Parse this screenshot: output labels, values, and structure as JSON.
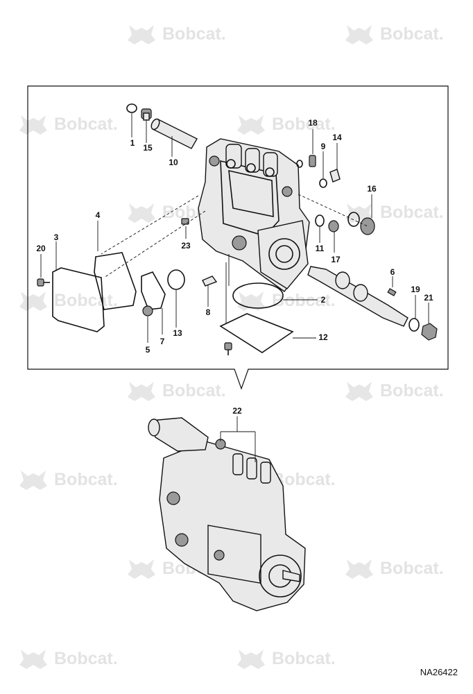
{
  "watermark": {
    "text": "Bobcat"
  },
  "reference": "NA26422",
  "callouts": [
    {
      "label": "1"
    },
    {
      "label": "15"
    },
    {
      "label": "10"
    },
    {
      "label": "18"
    },
    {
      "label": "9"
    },
    {
      "label": "14"
    },
    {
      "label": "16"
    },
    {
      "label": "4"
    },
    {
      "label": "3"
    },
    {
      "label": "20"
    },
    {
      "label": "23"
    },
    {
      "label": "11"
    },
    {
      "label": "17"
    },
    {
      "label": "6"
    },
    {
      "label": "8"
    },
    {
      "label": "13"
    },
    {
      "label": "2"
    },
    {
      "label": "19"
    },
    {
      "label": "21"
    },
    {
      "label": "5"
    },
    {
      "label": "7"
    },
    {
      "label": "12"
    },
    {
      "label": "22"
    }
  ]
}
